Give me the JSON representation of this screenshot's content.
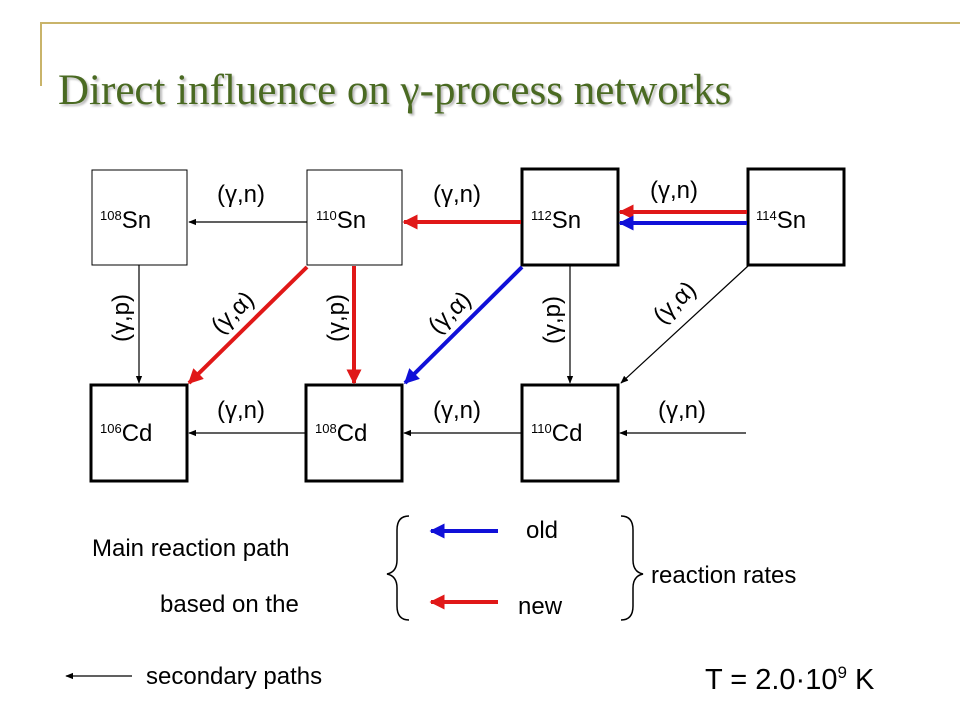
{
  "title": {
    "prefix": "Direct influence on ",
    "symbol": "γ",
    "suffix": "-process networks"
  },
  "nuclei": {
    "sn108": {
      "mass": "108",
      "element": "Sn"
    },
    "sn110": {
      "mass": "110",
      "element": "Sn"
    },
    "sn112": {
      "mass": "112",
      "element": "Sn"
    },
    "sn114": {
      "mass": "114",
      "element": "Sn"
    },
    "cd106": {
      "mass": "106",
      "element": "Cd"
    },
    "cd108": {
      "mass": "108",
      "element": "Cd"
    },
    "cd110": {
      "mass": "110",
      "element": "Cd"
    }
  },
  "reactions": {
    "gn": "(γ,n)",
    "gp": "(γ,p)",
    "ga": "(γ,α)"
  },
  "legend": {
    "main_path_line1": "Main reaction path",
    "main_path_line2": "based on the",
    "old": "old",
    "new": "new",
    "reaction_rates": "reaction rates",
    "secondary": "secondary paths",
    "colors": {
      "old": "#1010d8",
      "new": "#e01818",
      "secondary": "#000000"
    }
  },
  "temperature": {
    "prefix": "T = 2.0·10",
    "exponent": "9",
    "unit": " K"
  }
}
